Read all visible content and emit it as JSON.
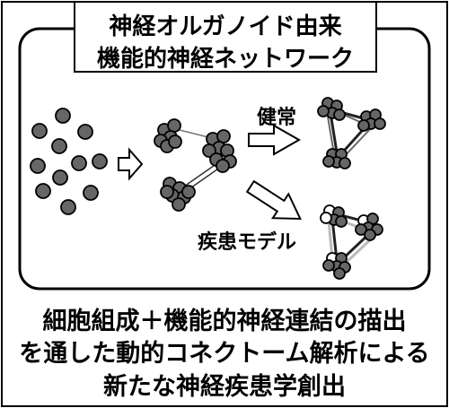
{
  "title": {
    "line1": "神経オルガノイド由来",
    "line2": "機能的神経ネットワーク"
  },
  "labels": {
    "healthy": "健常",
    "disease_model": "疾患モデル"
  },
  "caption": {
    "line1": "細胞組成＋機能的神経連結の描出",
    "line2": "を通した動的コネクトーム解析による",
    "line3": "新たな神経疾患学創出"
  },
  "colors": {
    "cell_fill": "#666666",
    "cell_light": "#ffffff",
    "outline": "#000000",
    "frame": "#000000"
  },
  "icons": [
    "right-arrow-icon",
    "diagonal-arrow-icon"
  ]
}
